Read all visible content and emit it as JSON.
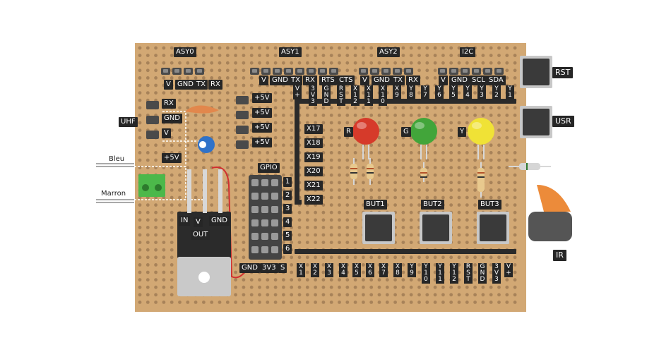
{
  "headers": {
    "asy0": "ASY0",
    "asy1": "ASY1",
    "asy2": "ASY2",
    "i2c": "I2C",
    "gpio": "GPIO"
  },
  "pins": {
    "asy0": [
      "V",
      "GND",
      "TX",
      "RX"
    ],
    "asy1": [
      "V",
      "GND",
      "TX",
      "RX",
      "RTS",
      "CTS"
    ],
    "asy2": [
      "V",
      "GND",
      "TX",
      "RX"
    ],
    "i2c": [
      "V",
      "GND",
      "SCL",
      "SDA"
    ],
    "uhf": [
      "RX",
      "GND",
      "V"
    ],
    "plus5v": [
      "+5V",
      "+5V",
      "+5V",
      "+5V"
    ],
    "x_side": [
      "X17",
      "X18",
      "X19",
      "X20",
      "X21",
      "X22"
    ],
    "gpio_nums": [
      "1",
      "2",
      "3",
      "4",
      "5",
      "6"
    ],
    "gpio_bottom": [
      "GND",
      "3V3",
      "S"
    ],
    "regulator": [
      "IN",
      "V",
      "GND",
      "OUT"
    ]
  },
  "top_vertical": [
    "V+",
    "3V3",
    "GND",
    "RST",
    "X12",
    "X11",
    "X10",
    "X9",
    "Y8",
    "Y7",
    "Y6",
    "Y5",
    "Y4",
    "Y3",
    "Y2",
    "Y1"
  ],
  "bottom_vertical": [
    "X1",
    "X2",
    "X3",
    "X4",
    "X5",
    "X6",
    "X7",
    "X8",
    "Y9",
    "Y10",
    "Y11",
    "Y12",
    "RST",
    "GND",
    "3V3",
    "V+"
  ],
  "labels": {
    "uhf": "UHF",
    "plus5v_single": "+5V",
    "rst": "RST",
    "usr": "USR",
    "ir": "IR",
    "led_r": "R",
    "led_g": "G",
    "led_y": "Y",
    "but1": "BUT1",
    "but2": "BUT2",
    "but3": "BUT3"
  },
  "wires": {
    "bleu": "Bleu",
    "marron": "Marron"
  },
  "colors": {
    "board": "#d2a874",
    "hole": "#a78259",
    "label_bg": "#262626",
    "led_red": "#d63a2a",
    "led_green": "#42a53a",
    "led_yellow": "#f0e236",
    "terminal_green": "#4cb84a",
    "capacitor_blue": "#2f72c9"
  },
  "icons": {
    "regulator": "voltage-regulator-icon",
    "capacitor": "electrolytic-capacitor-icon",
    "terminal": "screw-terminal-icon",
    "ir": "ir-receiver-icon"
  }
}
